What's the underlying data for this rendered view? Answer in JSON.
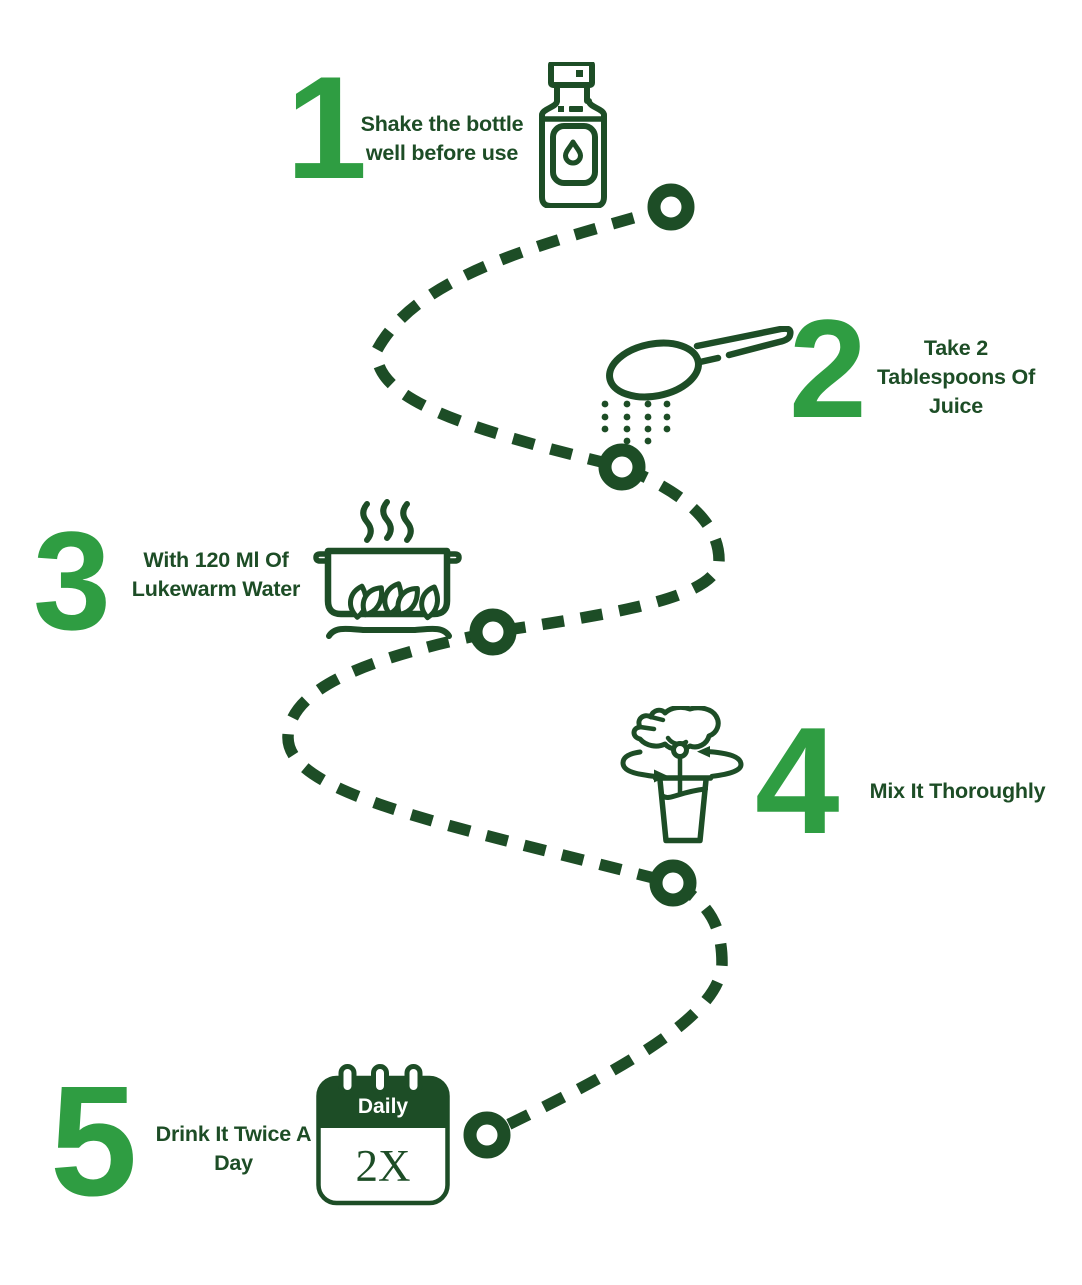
{
  "palette": {
    "number_green": "#2f9d42",
    "dark_green": "#1d4d26",
    "background": "#ffffff"
  },
  "steps": [
    {
      "number": "1",
      "label": "Shake the bottle\nwell before use",
      "icon": "juice-bottle-icon"
    },
    {
      "number": "2",
      "label": "Take 2\nTablespoons Of\nJuice",
      "icon": "spoon-icon"
    },
    {
      "number": "3",
      "label": "With 120 Ml Of\nLukewarm Water",
      "icon": "boiling-pot-icon"
    },
    {
      "number": "4",
      "label": "Mix It Thoroughly",
      "icon": "stir-glass-icon"
    },
    {
      "number": "5",
      "label": "Drink It Twice A\nDay",
      "icon": "calendar-icon",
      "calendar": {
        "header_label": "Daily",
        "frequency_label": "2X"
      }
    }
  ]
}
